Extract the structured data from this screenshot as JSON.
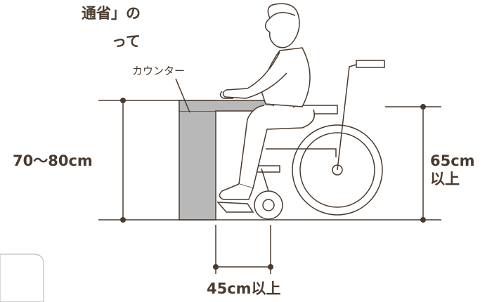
{
  "heading": {
    "line1": "通省」の",
    "line2": "って"
  },
  "labels": {
    "counter": "カウンター",
    "counter_height": "70〜80cm",
    "knee_height_line1": "65cm",
    "knee_height_line2": "以上",
    "knee_depth": "45cm以上"
  },
  "colors": {
    "line": "#4a3a2e",
    "counter_fill": "#b8b8b8",
    "background": "#ffffff"
  }
}
